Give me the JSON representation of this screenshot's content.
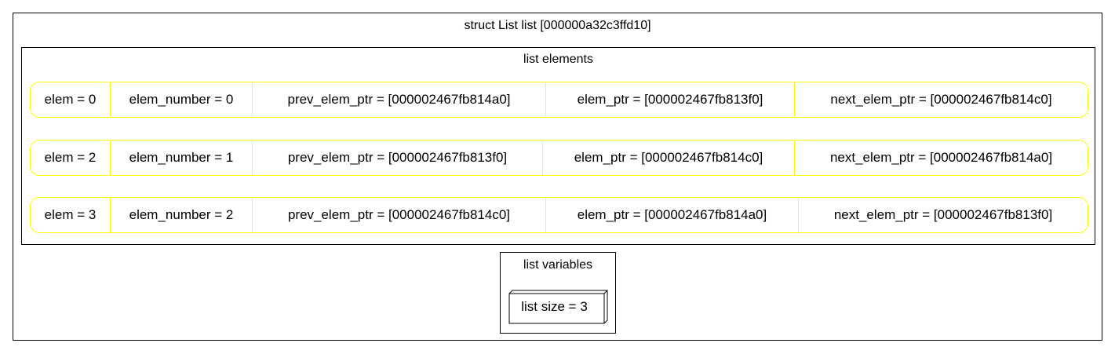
{
  "title": "struct List list [000000a32c3ffd10]",
  "elements_cluster": {
    "title": "list elements",
    "records": [
      [
        "elem = 0",
        "elem_number = 0",
        "prev_elem_ptr = [000002467fb814a0]",
        "elem_ptr = [000002467fb813f0]",
        "next_elem_ptr = [000002467fb814c0]"
      ],
      [
        "elem = 2",
        "elem_number = 1",
        "prev_elem_ptr = [000002467fb813f0]",
        "elem_ptr = [000002467fb814c0]",
        "next_elem_ptr = [000002467fb814a0]"
      ],
      [
        "elem = 3",
        "elem_number = 2",
        "prev_elem_ptr = [000002467fb814c0]",
        "elem_ptr = [000002467fb814a0]",
        "next_elem_ptr = [000002467fb813f0]"
      ]
    ]
  },
  "variables_cluster": {
    "title": "list variables",
    "size_label": "list size = 3"
  },
  "colors": {
    "record_border": "#ffff00",
    "cluster_border": "#000000"
  }
}
